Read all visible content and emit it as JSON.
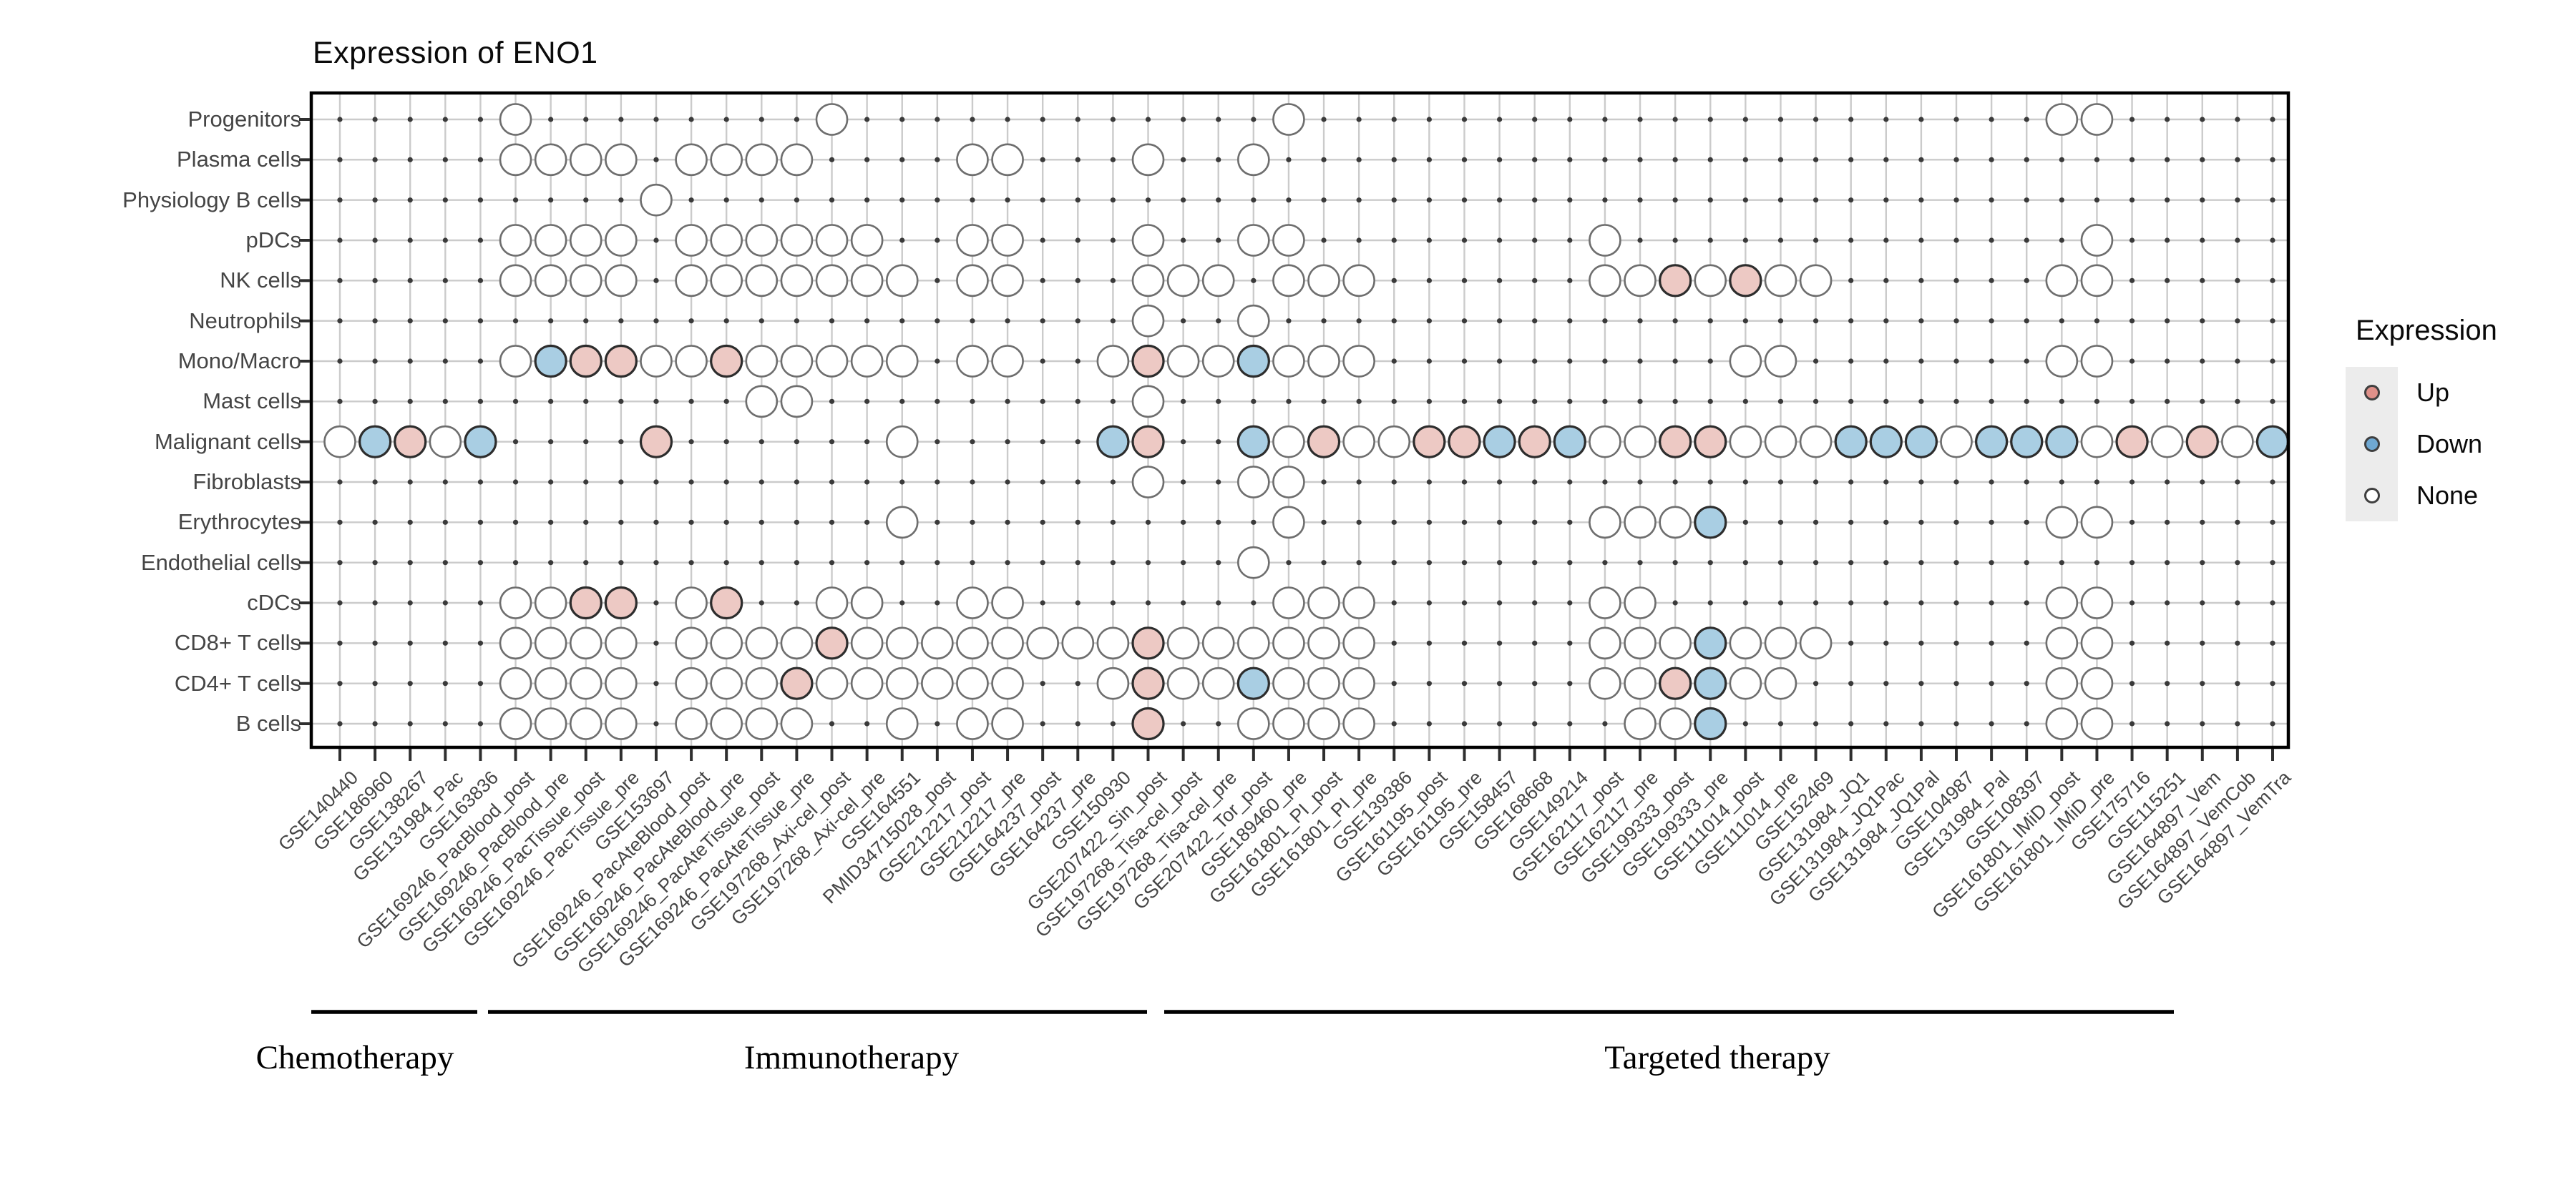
{
  "title": "Expression of ENO1",
  "legend": {
    "title": "Expression",
    "items": [
      {
        "label": "Up",
        "key": "u",
        "swatch_color": "#df9089"
      },
      {
        "label": "Down",
        "key": "d",
        "swatch_color": "#6fa8d2"
      },
      {
        "label": "None",
        "key": "n",
        "swatch_color": "#ffffff"
      }
    ]
  },
  "chart_data": {
    "type": "heatmap",
    "subtype": "dot-matrix",
    "title": "Expression of ENO1",
    "rows": [
      "Progenitors",
      "Plasma cells",
      "Physiology B cells",
      "pDCs",
      "NK cells",
      "Neutrophils",
      "Mono/Macro",
      "Mast cells",
      "Malignant cells",
      "Fibroblasts",
      "Erythrocytes",
      "Endothelial cells",
      "cDCs",
      "CD8+ T cells",
      "CD4+ T cells",
      "B cells"
    ],
    "columns": [
      "GSE140440",
      "GSE186960",
      "GSE138267",
      "GSE131984_Pac",
      "GSE163836",
      "GSE169246_PacBlood_post",
      "GSE169246_PacBlood_pre",
      "GSE169246_PacTissue_post",
      "GSE169246_PacTissue_pre",
      "GSE153697",
      "GSE169246_PacAteBlood_post",
      "GSE169246_PacAteBlood_pre",
      "GSE169246_PacAteTissue_post",
      "GSE169246_PacAteTissue_pre",
      "GSE197268_Axi-cel_post",
      "GSE197268_Axi-cel_pre",
      "GSE164551",
      "PMID34715028_post",
      "GSE212217_post",
      "GSE212217_pre",
      "GSE164237_post",
      "GSE164237_pre",
      "GSE150930",
      "GSE207422_Sin_post",
      "GSE197268_Tisa-cel_post",
      "GSE197268_Tisa-cel_pre",
      "GSE207422_Tor_post",
      "GSE189460_pre",
      "GSE161801_PI_post",
      "GSE161801_PI_pre",
      "GSE139386",
      "GSE161195_post",
      "GSE161195_pre",
      "GSE158457",
      "GSE168668",
      "GSE149214",
      "GSE162117_post",
      "GSE162117_pre",
      "GSE199333_post",
      "GSE199333_pre",
      "GSE111014_post",
      "GSE111014_pre",
      "GSE152469",
      "GSE131984_JQ1",
      "GSE131984_JQ1Pac",
      "GSE131984_JQ1Pal",
      "GSE104987",
      "GSE131984_Pal",
      "GSE108397",
      "GSE161801_IMiD_post",
      "GSE161801_IMiD_pre",
      "GSE175716",
      "GSE115251",
      "GSE164897_Vem",
      "GSE164897_VemCob",
      "GSE164897_VemTra"
    ],
    "cell_legend": {
      "u": "Up",
      "d": "Down",
      "n": "None",
      ".": "no circle / not measured"
    },
    "matrix": [
      ".....n........n............n.....................nn.....",
      ".....nnnn.nnnn....nn...n..n.............................",
      ".........n..............................................",
      ".....nnnn.nnnnnn..nn...n..nn........n.............n.....",
      ".....nnnn.nnnnnnn.nn...nnn.nnn......nnununn......nn.....",
      ".......................n..n.............................",
      ".....nduunnunnnnn.nn..nunndnnn..........nn.......nn.....",
      "............nn.........n................................",
      "ndund....u......n.....du..dnunnuududnnuunnndddndddnunund",
      ".......................n..nn............................",
      "................n..........n........nnnd.........nn.....",
      "..........................n.............................",
      ".....nnuu.nu..nn..nn.......nnn......nn...........nn.....",
      ".....nnnn.nnnnunnnnnnnnunnnnnn......nnndnnn......nn.....",
      ".....nnnn.nnnunnnnnn..nunndnnn......nnudnn.......nn.....",
      ".....nnnn.nnnn..n.nn...u..nnnn.......nnd.........nn....."
    ],
    "groups": [
      {
        "label": "Chemotherapy",
        "col_start": 1,
        "col_end": 4
      },
      {
        "label": "Immunotherapy",
        "col_start": 5,
        "col_end": 23
      },
      {
        "label": "Targeted therapy",
        "col_start": 24,
        "col_end": 56
      }
    ],
    "colors": {
      "up_fill": "#edc9c4",
      "down_fill": "#a9cee3",
      "none_fill": "#ffffff",
      "colored_stroke": "#2d2d2d",
      "none_stroke": "#6e6e6e",
      "grid": "#cbcbcb",
      "grid_dot": "#3a3a3a",
      "border": "#000000",
      "axis_text": "#454545"
    },
    "legend_position": "right",
    "grid": true
  }
}
